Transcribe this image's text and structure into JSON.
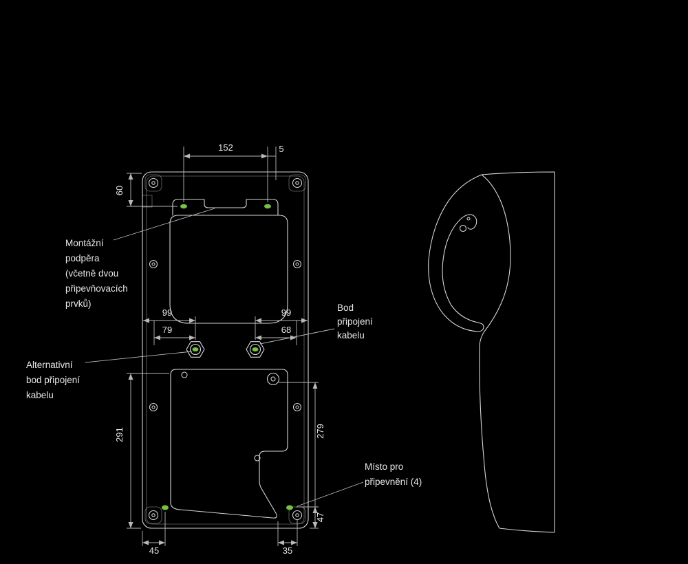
{
  "colors": {
    "background": "#000000",
    "line": "#d6d6d6",
    "dim": "#b9b9b9",
    "text": "#e8e8e8",
    "green": "#79c143"
  },
  "dims": {
    "w152": "152",
    "off5": "5",
    "h60": "60",
    "l99": "99",
    "r99": "99",
    "l79": "79",
    "r68": "68",
    "h291": "291",
    "h279": "279",
    "h47": "47",
    "w45": "45",
    "w35": "35"
  },
  "labels": {
    "mounting_support": {
      "lines": [
        "Montážní",
        "podpěra",
        "(včetně dvou",
        "připevňovacích",
        "prvků)"
      ]
    },
    "cable_point": {
      "lines": [
        "Bod",
        "připojení",
        "kabelu"
      ]
    },
    "alt_cable_point": {
      "lines": [
        "Alternativní",
        "bod připojení",
        "kabelu"
      ]
    },
    "fixing_point": {
      "lines": [
        "Místo pro",
        "připevnění (4)"
      ]
    }
  }
}
